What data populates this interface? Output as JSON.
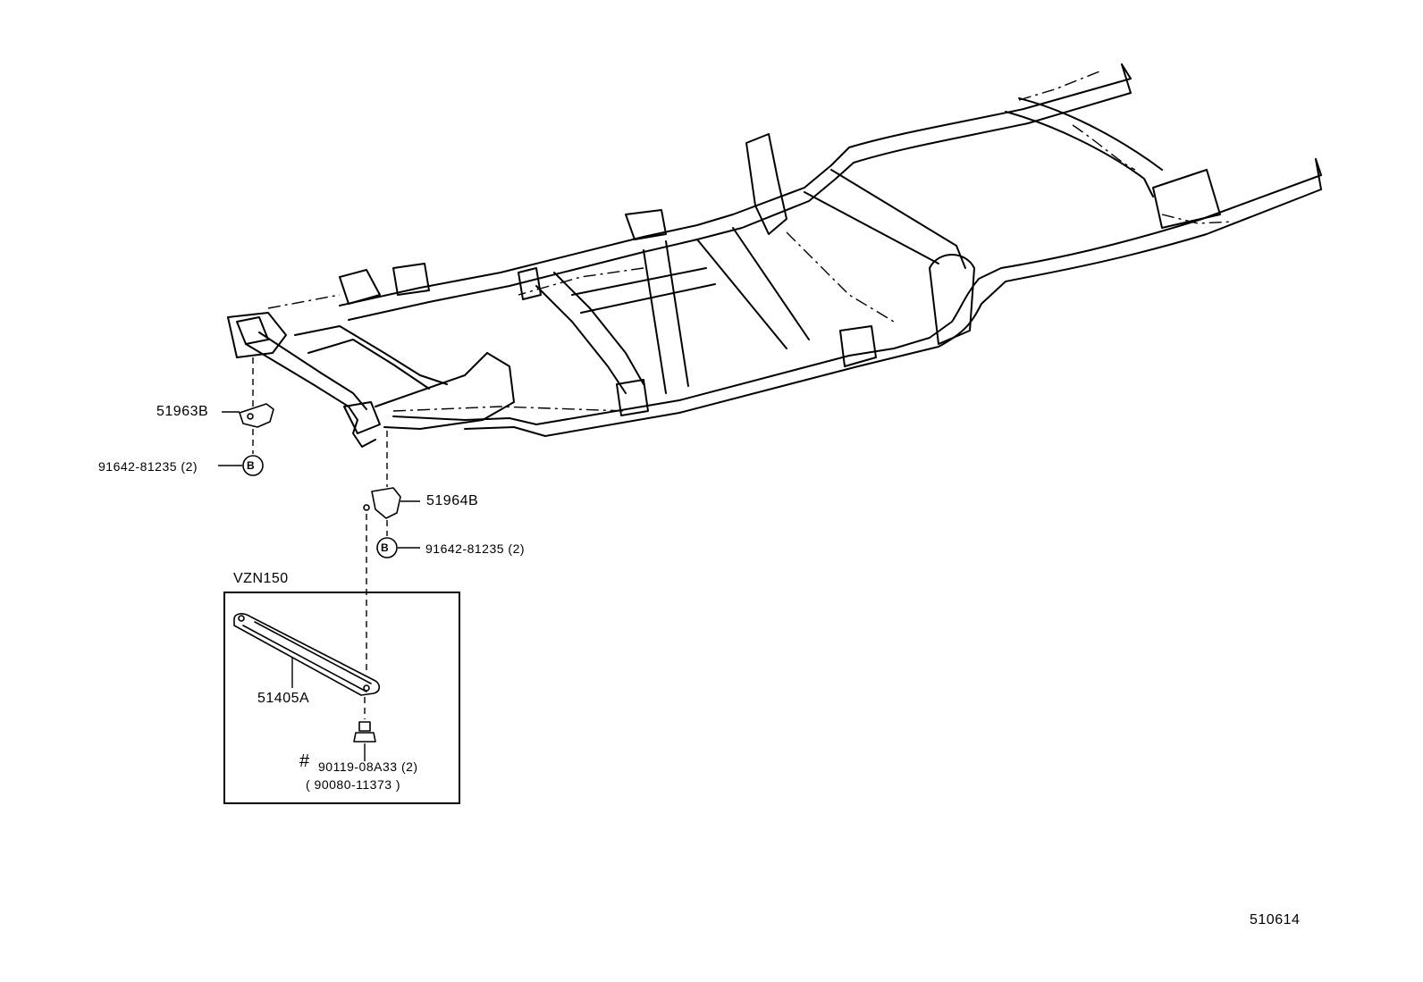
{
  "labels": {
    "bracket_left": "51963B",
    "bolt_left": "91642-81235",
    "bolt_left_qty": "(2)",
    "bracket_right": "51964B",
    "bolt_right": "91642-81235",
    "bolt_right_qty": "(2)",
    "model_box_title": "VZN150",
    "crossmember": "51405A",
    "fastener_marker": "#",
    "fastener": "90119-08A33",
    "fastener_qty": "(2)",
    "fastener_alt": "( 90080-11373 )",
    "bolt_symbol": "B",
    "figure_number": "510614"
  }
}
